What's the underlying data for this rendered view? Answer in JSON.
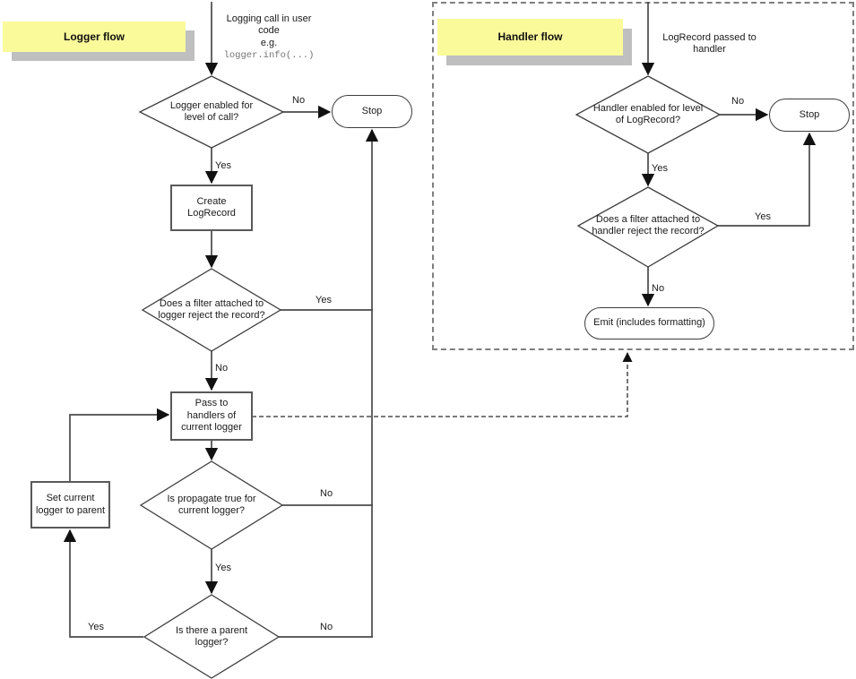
{
  "labels": {
    "yes": "Yes",
    "no": "No"
  },
  "logger_flow": {
    "note_title": "Logger flow",
    "start": {
      "line1": "Logging call in user code",
      "line2": "e.g.",
      "code": "logger.info(...)"
    },
    "nodes": {
      "enabled_q": "Logger enabled for level of call?",
      "stop": "Stop",
      "create": "Create LogRecord",
      "filter_q": "Does a filter attached to logger reject the record?",
      "pass": "Pass to handlers of current logger",
      "propagate_q": "Is propagate true for current logger?",
      "parent_q": "Is there a parent logger?",
      "set_parent": "Set current logger to parent"
    }
  },
  "handler_flow": {
    "note_title": "Handler flow",
    "start": {
      "line1": "LogRecord passed to handler"
    },
    "nodes": {
      "enabled_q": "Handler enabled for level of LogRecord?",
      "stop": "Stop",
      "filter_q": "Does a filter attached to handler reject the record?",
      "emit": "Emit (includes formatting)"
    }
  },
  "colors": {
    "note_bg": "#FAFA9B",
    "note_shadow": "#BFBFBF",
    "line": "#4A4A4A",
    "box_border": "#595959",
    "text": "#1A1A1A",
    "code_text": "#737373"
  }
}
